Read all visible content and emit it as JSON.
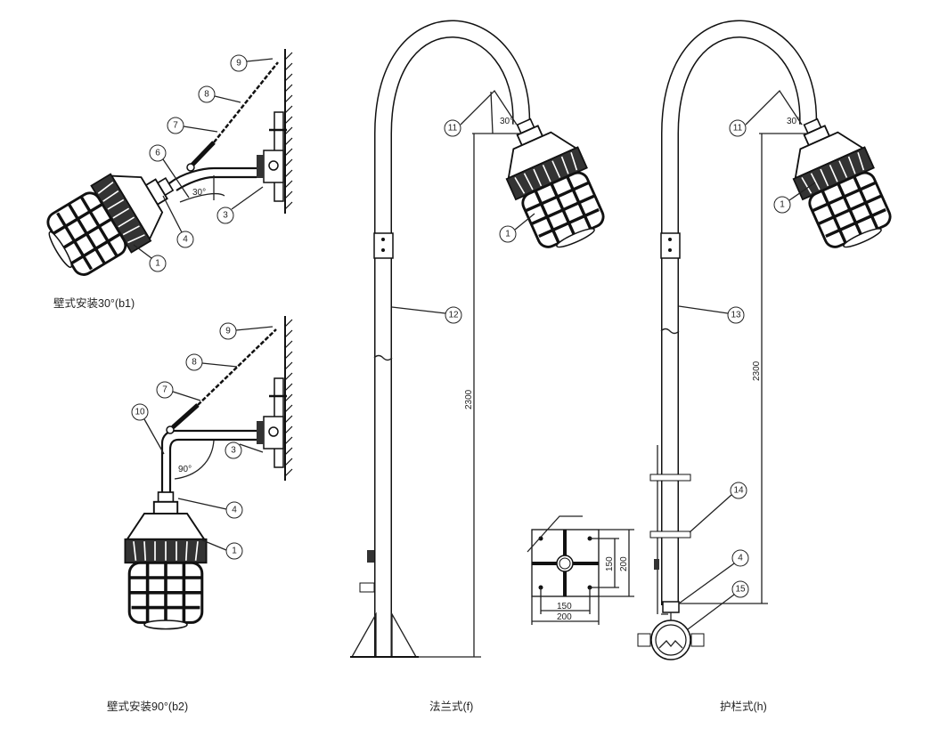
{
  "captions": {
    "b1": "壁式安装30°(b1)",
    "b2": "壁式安装90°(b2)",
    "f": "法兰式(f)",
    "h": "护栏式(h)"
  },
  "callouts": {
    "b1": [
      "9",
      "8",
      "7",
      "6",
      "4",
      "3",
      "1"
    ],
    "b2": [
      "9",
      "8",
      "7",
      "10",
      "3",
      "4",
      "1"
    ],
    "f": [
      "11",
      "1",
      "12"
    ],
    "h": [
      "11",
      "1",
      "13",
      "14",
      "4",
      "15"
    ]
  },
  "dimensions": {
    "b1_angle": "30°",
    "b2_angle": "90°",
    "f_angle": "30°",
    "h_angle": "30°",
    "f_height": "2300",
    "h_height": "2300",
    "plate_inner_v": "150",
    "plate_outer_v": "200",
    "plate_inner_h": "150",
    "plate_outer_h": "200"
  }
}
